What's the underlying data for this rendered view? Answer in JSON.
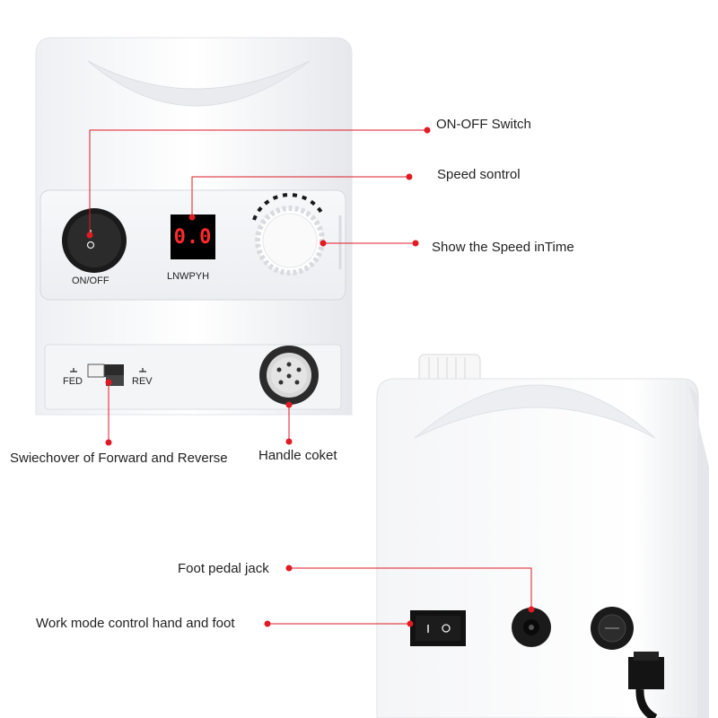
{
  "callouts": {
    "on_off_switch": "ON-OFF Switch",
    "speed_control": "Speed sontrol",
    "show_speed": "Show the Speed inTime",
    "switchover": "Swiechover of Forward and Reverse",
    "handle_socket": "Handle coket",
    "foot_pedal_jack": "Foot pedal jack",
    "work_mode": "Work mode control hand and foot"
  },
  "device": {
    "power_label": "ON/OFF",
    "display_value": "0.0",
    "display_brand": "LNWPYH",
    "forward_label": "FED",
    "reverse_label": "REV"
  },
  "colors": {
    "leader_line": "#e01b24",
    "display_digits": "#ff2a2a"
  }
}
